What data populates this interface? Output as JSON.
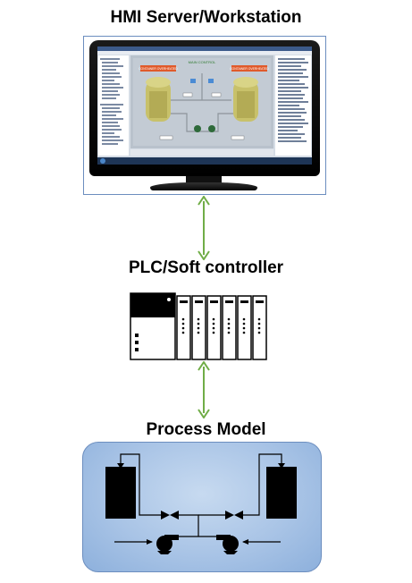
{
  "labels": {
    "hmi": "HMI Server/Workstation",
    "plc": "PLC/Soft controller",
    "process": "Process Model"
  },
  "screen": {
    "banner_left": "CONTAINER OVERHEATED",
    "banner_center": "MAIN CONTROL",
    "banner_right": "CONTAINER OVERHEATED"
  },
  "colors": {
    "connector": "#70ad47",
    "panel_fill": "#a9c4e6",
    "panel_border": "#6c8ebf",
    "screen_banner": "#e05a2b",
    "screen_tank": "#c8c16a"
  },
  "plc": {
    "io_module_count": 6
  },
  "process": {
    "tanks": 2,
    "valves": 2,
    "pumps": 2
  }
}
